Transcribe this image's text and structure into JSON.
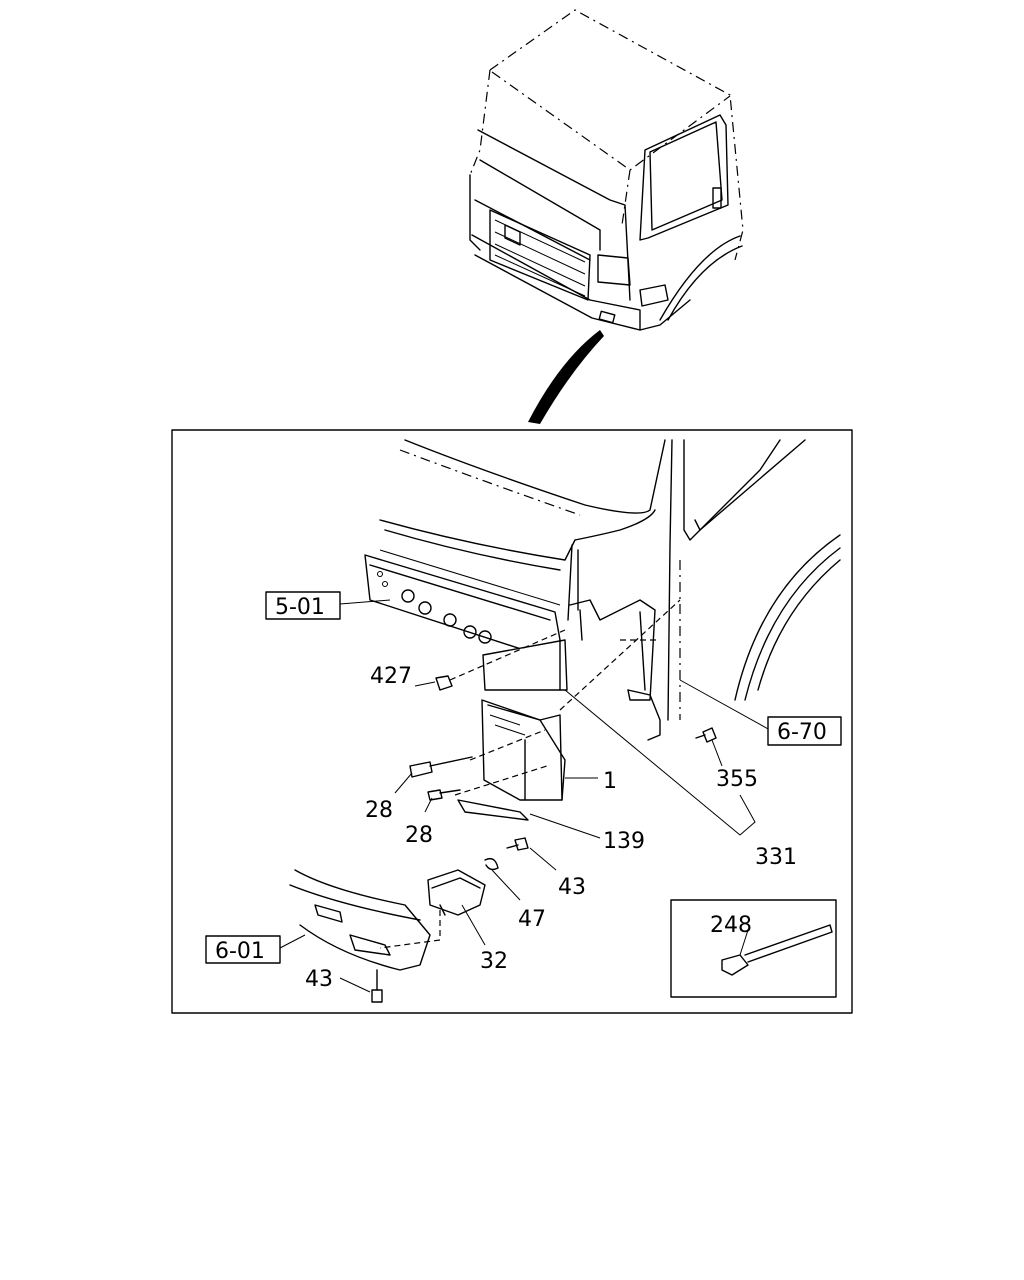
{
  "diagram": {
    "callouts": {
      "c_427": "427",
      "c_28a": "28",
      "c_28b": "28",
      "c_1": "1",
      "c_139": "139",
      "c_331": "331",
      "c_355": "355",
      "c_43a": "43",
      "c_47": "47",
      "c_32": "32",
      "c_43b": "43",
      "c_248": "248"
    },
    "references": {
      "ref_501": "5-01",
      "ref_670": "6-70",
      "ref_601": "6-01"
    }
  }
}
